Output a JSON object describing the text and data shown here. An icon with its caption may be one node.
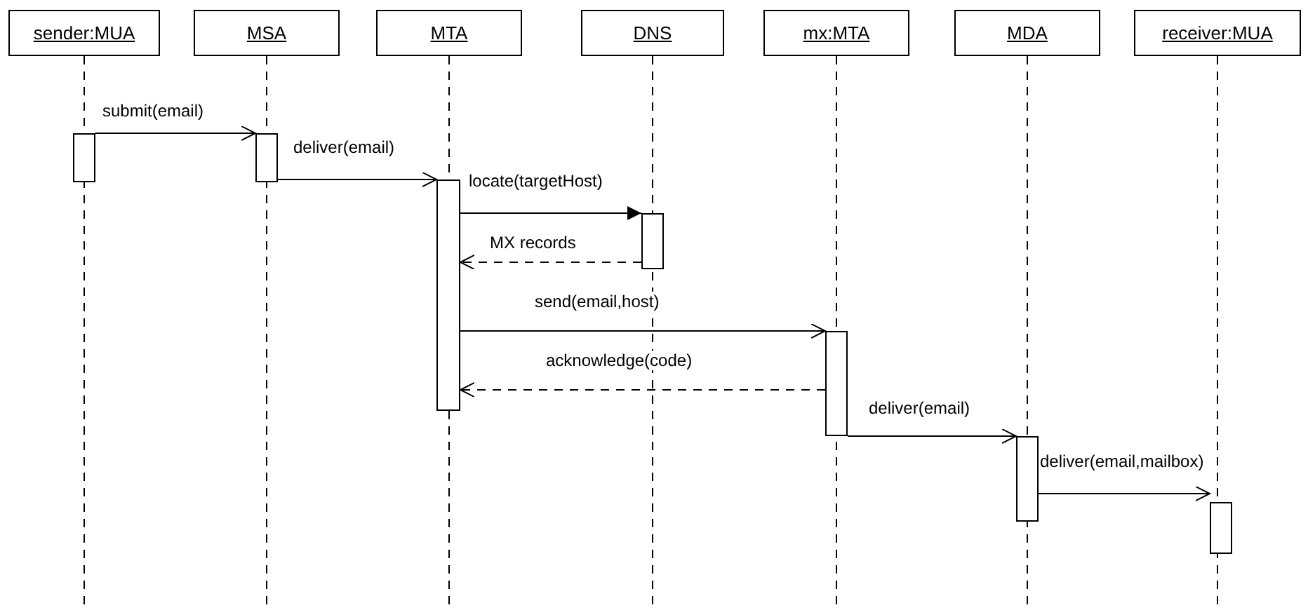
{
  "diagram": {
    "nodes": [
      {
        "text": [
          "sender:MUA"
        ]
      },
      {
        "text": [
          "MSA"
        ]
      },
      {
        "text": [
          "MTA"
        ]
      },
      {
        "text": [
          "DNS"
        ]
      },
      {
        "text": [
          "mx:MTA"
        ]
      },
      {
        "text": [
          "MDA"
        ]
      },
      {
        "text": [
          "receiver:MUA"
        ]
      },
      {
        "text": [],
        "shape": "bar"
      },
      {
        "text": [],
        "shape": "bar"
      },
      {
        "text": [],
        "shape": "bar"
      },
      {
        "text": [],
        "shape": "bar"
      },
      {
        "text": [],
        "shape": "bar"
      },
      {
        "text": [],
        "shape": "bar"
      },
      {
        "text": [],
        "shape": "bar"
      }
    ],
    "edges": [
      {
        "from": 7,
        "to": 8,
        "arrow": "to",
        "label": "submit(email)"
      },
      {
        "from": 8,
        "to": 9,
        "arrow": "to",
        "label": "deliver(email)"
      },
      {
        "from": 9,
        "to": 10,
        "arrow": "to",
        "label": "locate(targetHost)"
      },
      {
        "from": 10,
        "to": 9,
        "arrow": "to",
        "label": "MX records",
        "style": "dashed"
      },
      {
        "from": 9,
        "to": 11,
        "arrow": "to",
        "label": "send(email,host)"
      },
      {
        "from": 11,
        "to": 9,
        "arrow": "to",
        "label": "acknowledge(code)",
        "style": "dashed"
      },
      {
        "from": 11,
        "to": 12,
        "arrow": "to",
        "label": "deliver(email)"
      },
      {
        "from": 12,
        "to": 13,
        "arrow": "to",
        "label": "deliver(email,mailbox)"
      },
      {
        "from": 0,
        "to": null,
        "arrow": "none",
        "style": "dashed"
      },
      {
        "from": 1,
        "to": null,
        "arrow": "none",
        "style": "dashed"
      },
      {
        "from": 2,
        "to": null,
        "arrow": "none",
        "style": "dashed"
      },
      {
        "from": 3,
        "to": null,
        "arrow": "none",
        "style": "dashed"
      },
      {
        "from": 4,
        "to": null,
        "arrow": "none",
        "style": "dashed"
      },
      {
        "from": 5,
        "to": null,
        "arrow": "none",
        "style": "dashed"
      },
      {
        "from": 6,
        "to": null,
        "arrow": "none",
        "style": "dashed"
      }
    ]
  }
}
